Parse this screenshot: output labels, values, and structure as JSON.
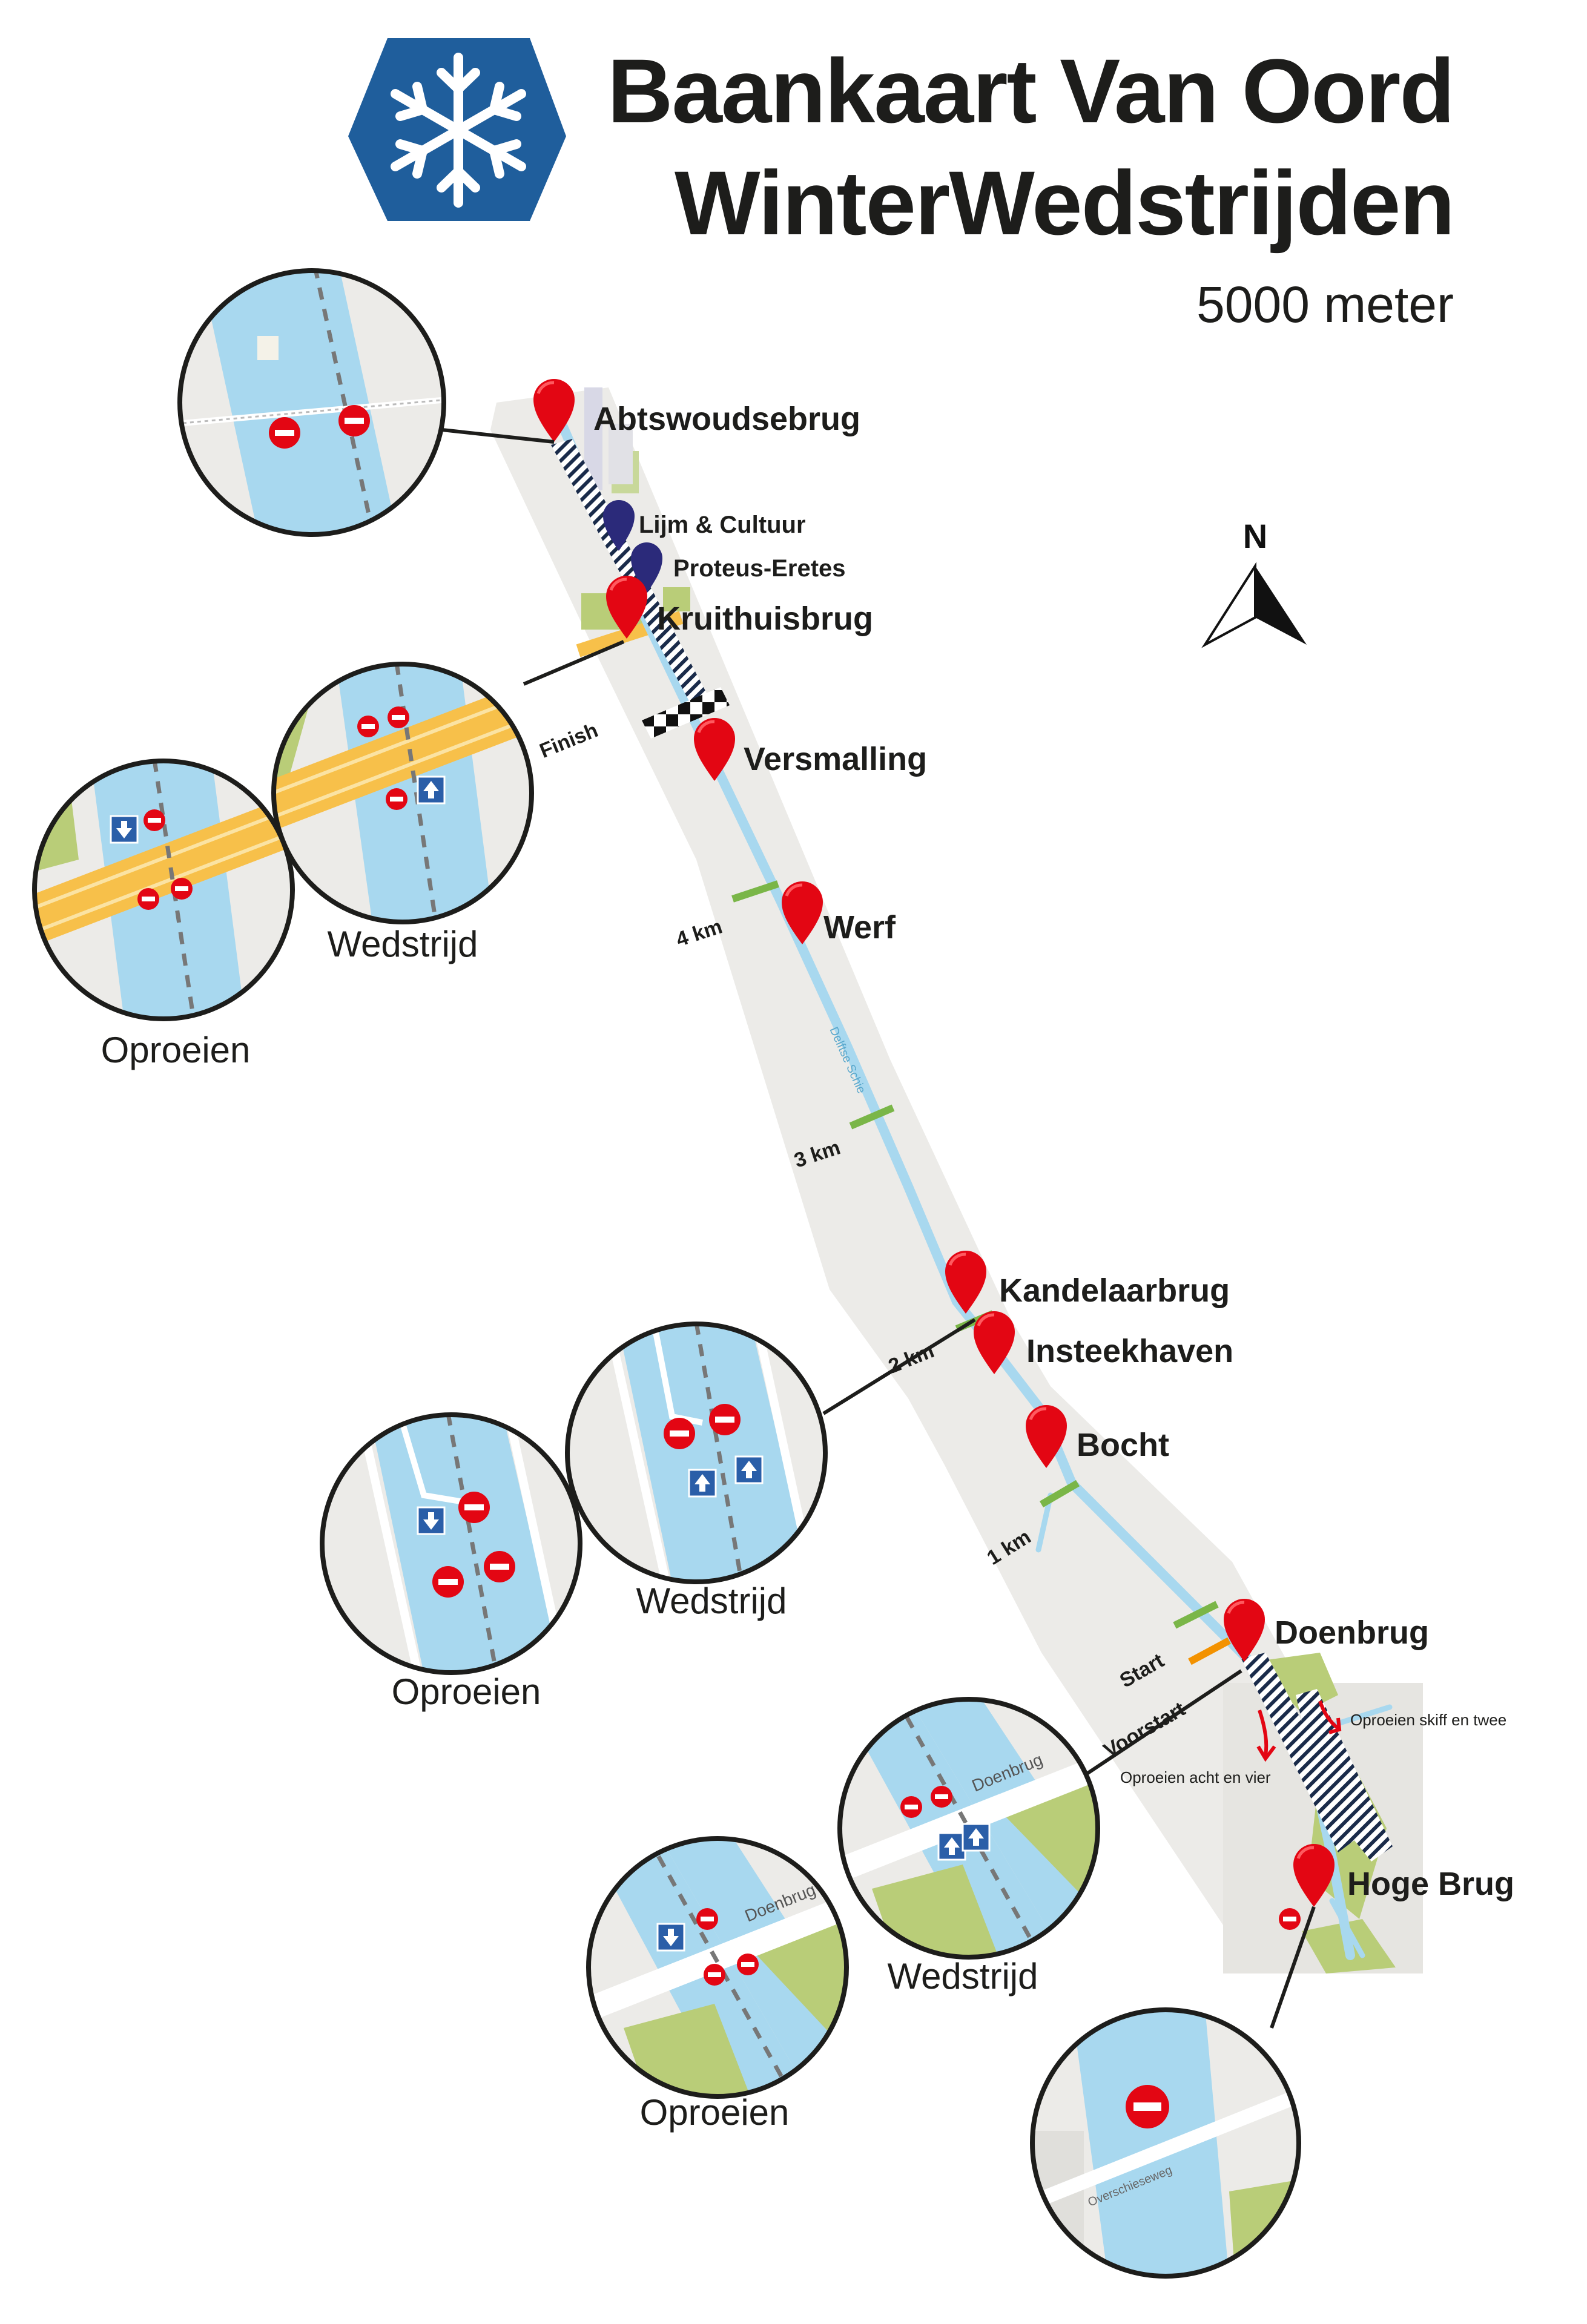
{
  "header": {
    "title_line1": "Baankaart Van Oord",
    "title_line2": "WinterWedstrijden",
    "distance": "5000 meter"
  },
  "compass": {
    "label": "N"
  },
  "locations": {
    "abtswoudsebrug": "Abtswoudsebrug",
    "lijm_cultuur": "Lijm & Cultuur",
    "proteus_eretes": "Proteus-Eretes",
    "kruithuisbrug": "Kruithuisbrug",
    "versmalling": "Versmalling",
    "werf": "Werf",
    "kandelaarbrug": "Kandelaarbrug",
    "insteekhaven": "Insteekhaven",
    "bocht": "Bocht",
    "doenbrug": "Doenbrug",
    "hoge_brug": "Hoge Brug"
  },
  "course_markers": {
    "finish": "Finish",
    "km4": "4 km",
    "km3": "3 km",
    "km2": "2 km",
    "km1": "1 km",
    "start": "Start",
    "voorstart": "Voorstart"
  },
  "notes": {
    "skiff_twee": "Oproeien skiff en twee",
    "acht_vier": "Oproeien acht en vier",
    "canal_name": "Delftse Schie"
  },
  "insets": {
    "wedstrijd": "Wedstrijd",
    "oproeien": "Oproeien",
    "street_doenbrug": "Doenbrug",
    "street_overschieseweg": "Overschieseweg"
  },
  "colors": {
    "pin_red": "#e30613",
    "pin_blue": "#2b2a7a",
    "water": "#a8d8ef",
    "land": "#ecebe8",
    "green": "#b5c96f",
    "km_green": "#7ab648",
    "start_orange": "#f39200",
    "road_yellow": "#f7c04a",
    "logo_blue": "#1f5e9c"
  }
}
